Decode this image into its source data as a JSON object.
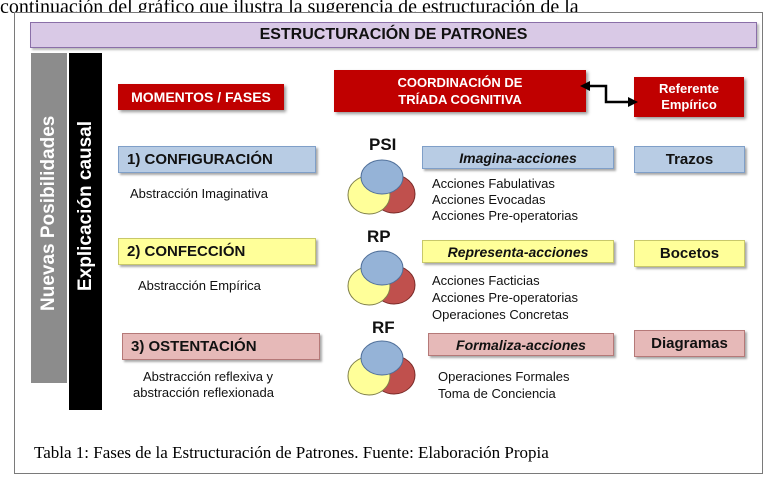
{
  "top_text": "continuación del gráfico que ilustra la sugerencia de estructuración de la",
  "title": "ESTRUCTURACIÓN DE PATRONES",
  "side_labels": {
    "outer": "Nuevas Posibilidades",
    "inner": "Explicación causal"
  },
  "headers": {
    "moments": "MOMENTOS / FASES",
    "coordination_line1": "COORDINACIÓN DE",
    "coordination_line2": "TRÍADA COGNITIVA",
    "referent_line1": "Referente",
    "referent_line2": "Empírico"
  },
  "rows": [
    {
      "phase": "1) CONFIGURACIÓN",
      "abstraction_line1": "Abstracción Imaginativa",
      "abstraction_line2": "",
      "code": "PSI",
      "action": "Imagina-acciones",
      "items": [
        "Acciones Fabulativas",
        "Acciones Evocadas",
        "Acciones Pre-operatorias"
      ],
      "referent": "Trazos"
    },
    {
      "phase": "2) CONFECCIÓN",
      "abstraction_line1": "Abstracción Empírica",
      "abstraction_line2": "",
      "code": "RP",
      "action": "Representa-acciones",
      "items": [
        "Acciones Facticias",
        "Acciones Pre-operatorias",
        "Operaciones Concretas"
      ],
      "referent": "Bocetos"
    },
    {
      "phase": "3) OSTENTACIÓN",
      "abstraction_line1": "Abstracción reflexiva y",
      "abstraction_line2": "abstracción reflexionada",
      "code": "RF",
      "action": "Formaliza-acciones",
      "items": [
        "Operaciones Formales",
        "Toma de Conciencia",
        ""
      ],
      "referent": "Diagramas"
    }
  ],
  "caption": "Tabla 1: Fases de la Estructuración de Patrones. Fuente: Elaboración Propia",
  "colors": {
    "red": "#c00000",
    "blue": "#b8cce4",
    "yellow": "#ffff99",
    "pink": "#e6b9b8",
    "title_bg": "#d9c9e6"
  }
}
